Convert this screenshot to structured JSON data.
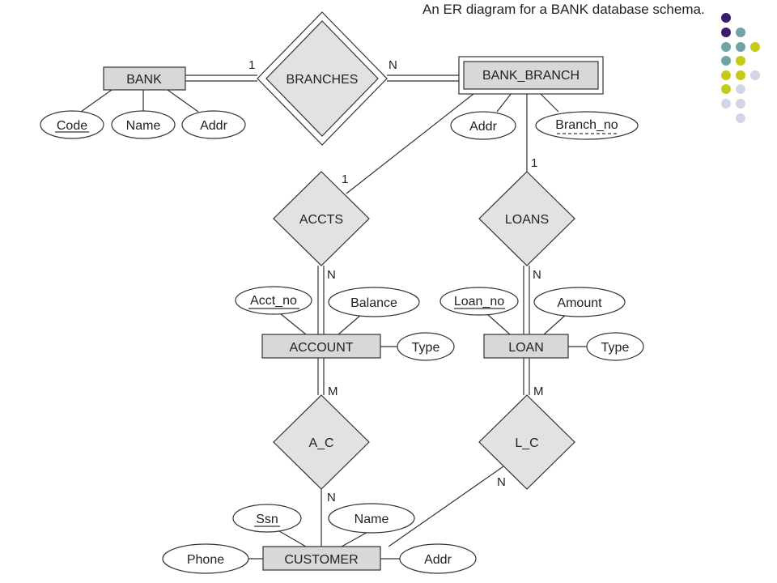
{
  "title": "An ER diagram for a BANK database schema.",
  "colors": {
    "entity_fill": "#d8d8d8",
    "relationship_fill": "#e2e2e2",
    "dot_purple": "#3d1a6e",
    "dot_teal": "#6fa3a5",
    "dot_yellow": "#c5c918",
    "dot_lavender": "#d4d4e8"
  },
  "entities": {
    "bank": "BANK",
    "bank_branch": "BANK_BRANCH",
    "account": "ACCOUNT",
    "loan": "LOAN",
    "customer": "CUSTOMER"
  },
  "relationships": {
    "branches": "BRANCHES",
    "accts": "ACCTS",
    "loans": "LOANS",
    "a_c": "A_C",
    "l_c": "L_C"
  },
  "attributes": {
    "bank_code": "Code",
    "bank_name": "Name",
    "bank_addr": "Addr",
    "branch_addr": "Addr",
    "branch_no": "Branch_no",
    "acct_no": "Acct_no",
    "balance": "Balance",
    "account_type": "Type",
    "loan_no": "Loan_no",
    "amount": "Amount",
    "loan_type": "Type",
    "ssn": "Ssn",
    "customer_name": "Name",
    "phone": "Phone",
    "customer_addr": "Addr"
  },
  "cardinalities": {
    "bank_branches": "1",
    "branches_branch": "N",
    "branch_accts": "1",
    "accts_account": "N",
    "branch_loans": "1",
    "loans_loan": "N",
    "account_ac": "M",
    "ac_customer": "N",
    "loan_lc": "M",
    "lc_customer": "N"
  }
}
